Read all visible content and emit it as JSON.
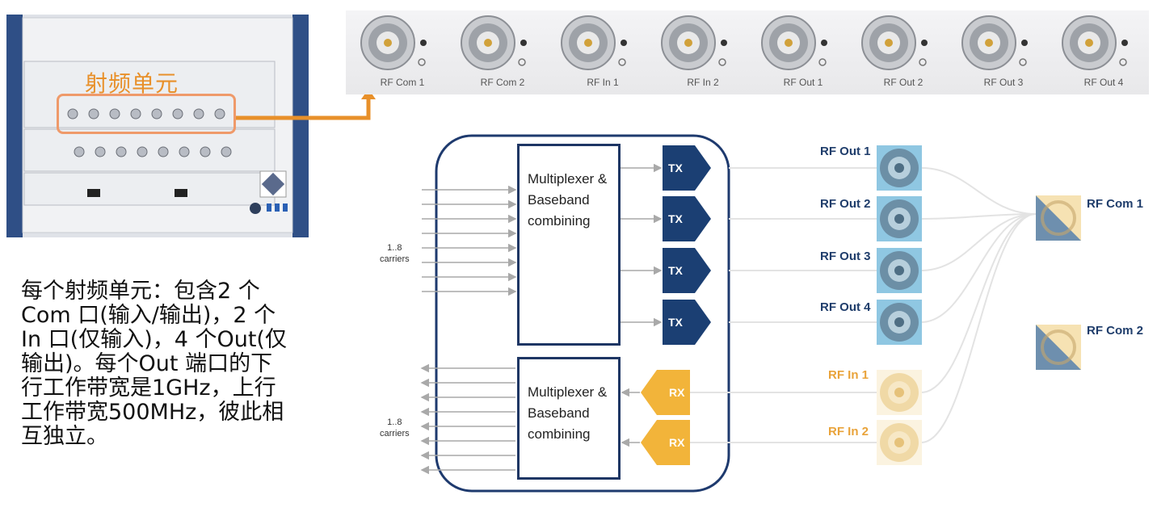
{
  "photo": {
    "unit_label": "射频单元"
  },
  "panel": {
    "ports": [
      "RF Com 1",
      "RF Com 2",
      "RF In 1",
      "RF In 2",
      "RF Out 1",
      "RF Out 2",
      "RF Out 3",
      "RF Out 4"
    ]
  },
  "description": "每个射频单元：包含2 个\nCom 口(输入/输出)，2 个\nIn 口(仅输入)，4 个Out(仅\n输出)。每个Out 端口的下\n行工作带宽是1GHz，上行\n工作带宽500MHz，彼此相\n互独立。",
  "diagram": {
    "mux_top": {
      "line1": "Multiplexer &",
      "line2": "Baseband",
      "line3": "combining"
    },
    "mux_bottom": {
      "line1": "Multiplexer &",
      "line2": "Baseband",
      "line3": "combining"
    },
    "carriers_top": {
      "line1": "1..8",
      "line2": "carriers"
    },
    "carriers_bottom": {
      "line1": "1..8",
      "line2": "carriers"
    },
    "tx_label": "TX",
    "rx_label": "RX",
    "rf_out": [
      "RF Out 1",
      "RF Out 2",
      "RF Out 3",
      "RF Out 4"
    ],
    "rf_in": [
      "RF In 1",
      "RF In 2"
    ],
    "rf_com": [
      "RF Com 1",
      "RF Com 2"
    ]
  },
  "colors": {
    "accent_orange": "#E8902A",
    "navy": "#1E3A6E",
    "tx_blue": "#1B3F73",
    "rx_yellow": "#F2B43A",
    "rf_out_label": "#1F3D6B",
    "rf_in_label": "#E9A33A",
    "rf_com_label": "#1F3D6B"
  }
}
